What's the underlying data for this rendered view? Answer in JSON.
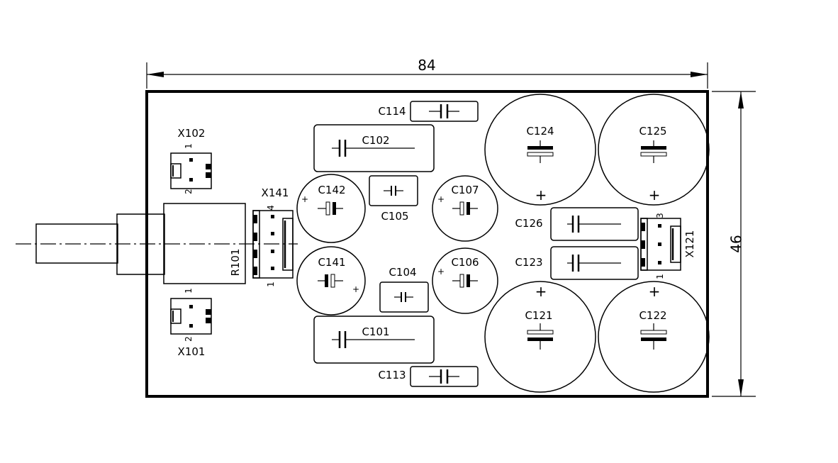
{
  "dimensions": {
    "width": "84",
    "height": "46"
  },
  "components": {
    "x101": "X101",
    "x102": "X102",
    "x141": "X141",
    "x121": "X121",
    "r101": "R101",
    "c101": "C101",
    "c102": "C102",
    "c104": "C104",
    "c105": "C105",
    "c106": "C106",
    "c107": "C107",
    "c113": "C113",
    "c114": "C114",
    "c121": "C121",
    "c122": "C122",
    "c123": "C123",
    "c124": "C124",
    "c125": "C125",
    "c126": "C126",
    "c141": "C141",
    "c142": "C142"
  },
  "pins": {
    "one": "1",
    "two": "2",
    "three": "3",
    "four": "4"
  },
  "polarity": {
    "plus": "+"
  }
}
